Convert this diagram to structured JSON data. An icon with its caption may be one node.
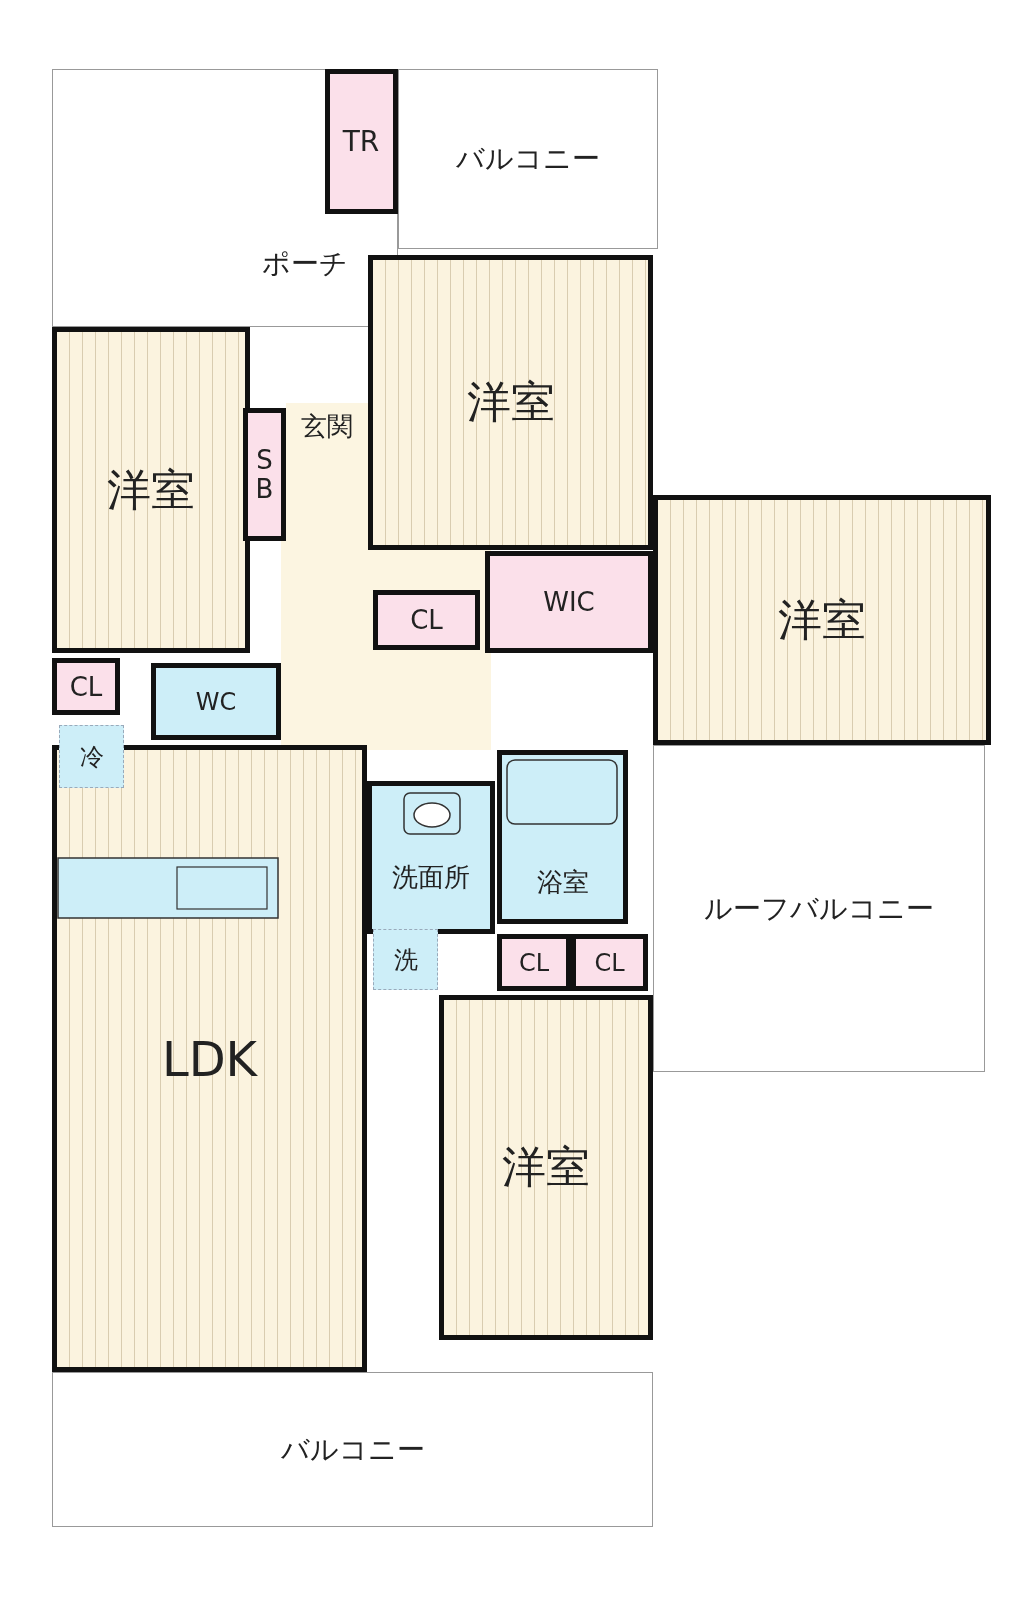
{
  "diagram": {
    "nodes": [
      {
        "text": [
          "TR"
        ],
        "in": 2
      },
      {
        "text": [
          "バルコニー"
        ]
      },
      {
        "text": [
          "ポーチ"
        ]
      },
      {
        "text": [
          "洋室"
        ]
      },
      {
        "text": [
          "SB"
        ]
      },
      {
        "text": [
          "玄関"
        ]
      },
      {
        "text": [
          "洋室"
        ]
      },
      {
        "text": [
          "CL"
        ]
      },
      {
        "text": [
          "WIC"
        ]
      },
      {
        "text": [
          "洋室"
        ]
      },
      {
        "text": [
          "CL"
        ]
      },
      {
        "text": [
          "WC"
        ]
      },
      {
        "text": [
          "冷"
        ]
      },
      {
        "text": [
          "洗面所"
        ]
      },
      {
        "text": [
          "浴室"
        ]
      },
      {
        "text": [
          "洗"
        ]
      },
      {
        "text": [
          "CL"
        ]
      },
      {
        "text": [
          "CL"
        ]
      },
      {
        "text": [
          "ルーフバルコニー"
        ]
      },
      {
        "text": [
          "LDK"
        ]
      },
      {
        "text": [
          "洋室"
        ]
      },
      {
        "text": [
          "バルコニー"
        ]
      }
    ]
  }
}
